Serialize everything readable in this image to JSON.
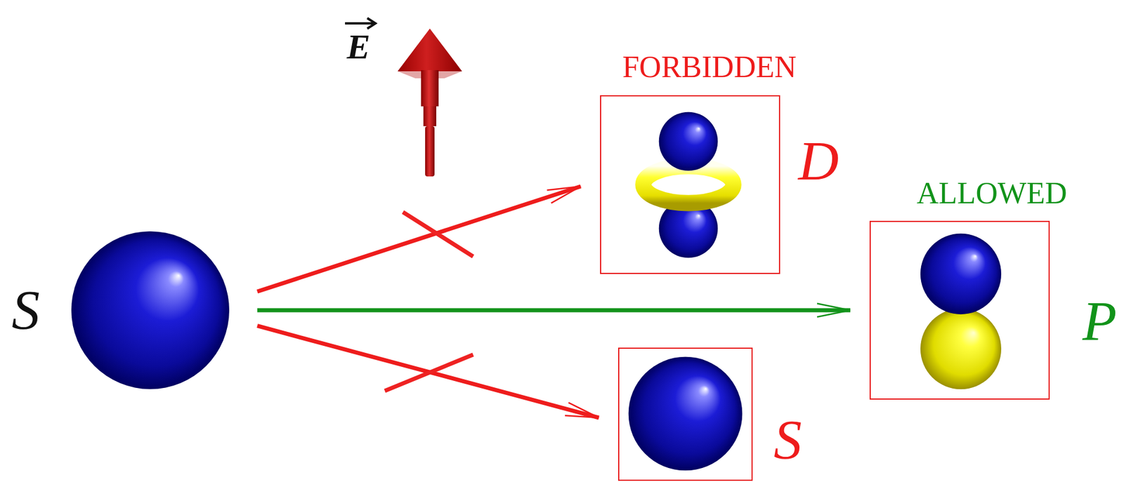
{
  "diagram": {
    "nodes": [
      {
        "text": [
          "S"
        ]
      },
      {
        "text": [
          "FORBIDDEN",
          "D"
        ]
      },
      {
        "text": [
          "ALLOWED",
          "P"
        ]
      },
      {
        "text": [
          "S"
        ]
      }
    ],
    "edges": [
      {
        "from": 0,
        "to": 1,
        "arrow": "to"
      },
      {
        "from": 0,
        "to": 2,
        "arrow": "to"
      },
      {
        "from": 0,
        "to": 3,
        "arrow": "to"
      }
    ],
    "labels": [
      "E"
    ]
  }
}
